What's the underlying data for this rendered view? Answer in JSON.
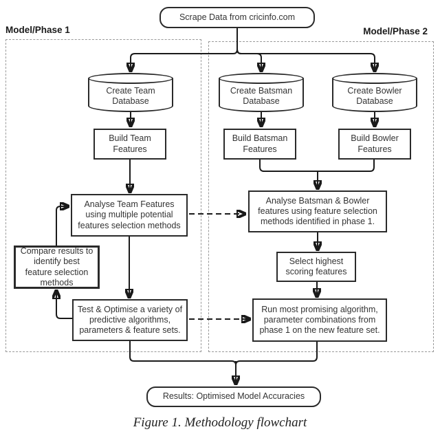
{
  "page": {
    "caption": "Figure 1. Methodology flowchart"
  },
  "phases": {
    "phase1_label": "Model/Phase 1",
    "phase2_label": "Model/Phase 2"
  },
  "nodes": {
    "scrape": "Scrape Data from cricinfo.com",
    "db_team": "Create Team Database",
    "db_batsman": "Create Batsman Database",
    "db_bowler": "Create Bowler Database",
    "build_team": "Build Team Features",
    "build_batsman": "Build Batsman Features",
    "build_bowler": "Build Bowler Features",
    "analyse_team": "Analyse Team Features using multiple potential features selection methods",
    "analyse_batsman_bowler": "Analyse Batsman & Bowler features using feature selection methods identified in phase 1.",
    "compare_results": "Compare results to identify best feature selection methods",
    "select_features": "Select highest scoring features",
    "test_optimise": "Test & Optimise a variety of predictive algorithms, parameters & feature sets.",
    "run_algorithm": "Run most promising algorithm, parameter combinations from phase 1 on the new feature set.",
    "results": "Results: Optimised Model Accuracies"
  },
  "colors": {
    "line": "#1a1a1a",
    "text": "#333333",
    "phase_border": "#999999",
    "background": "#ffffff"
  }
}
